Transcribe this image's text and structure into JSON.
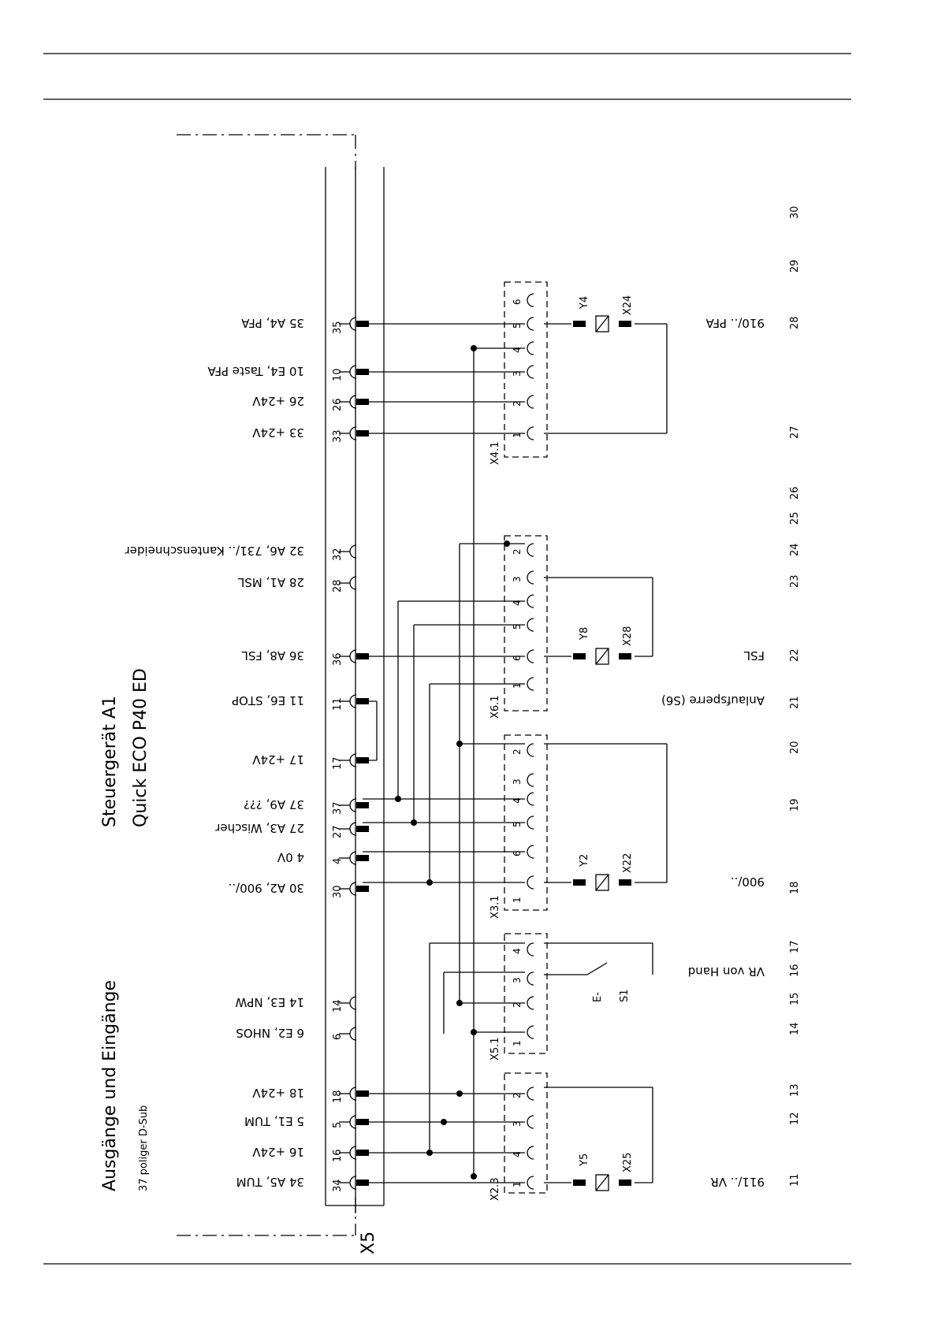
{
  "title": {
    "line1": "Steuergerät A1",
    "line2": "Quick ECO P40 ED",
    "io_title": "Ausgänge und Eingänge",
    "io_subtitle": "37 poliger D-Sub"
  },
  "connector": {
    "main": "X5"
  },
  "pins": [
    {
      "id": "35",
      "label": "35 A4, PFA"
    },
    {
      "id": "10",
      "label": "10 E4, Taste PFA"
    },
    {
      "id": "26",
      "label": "26 +24V"
    },
    {
      "id": "33",
      "label": "33 +24V"
    },
    {
      "id": "32",
      "label": "32 A6, 731/.. Kantenschneider"
    },
    {
      "id": "28",
      "label": "28 A1, MSL"
    },
    {
      "id": "36",
      "label": "36 A8, FSL"
    },
    {
      "id": "11",
      "label": "11 E6, STOP"
    },
    {
      "id": "17",
      "label": "17 +24V"
    },
    {
      "id": "37",
      "label": "37 A9, ???"
    },
    {
      "id": "27",
      "label": "27 A3, Wischer"
    },
    {
      "id": "4",
      "label": "4 0V"
    },
    {
      "id": "30",
      "label": "30 A2, 900/.."
    },
    {
      "id": "14",
      "label": "14 E3, NPW"
    },
    {
      "id": "6",
      "label": "6 E2, NHOS"
    },
    {
      "id": "18",
      "label": "18 +24V"
    },
    {
      "id": "5",
      "label": "5 E1, TUM"
    },
    {
      "id": "16",
      "label": "16 +24V"
    },
    {
      "id": "34",
      "label": "34 A5, TUM"
    }
  ],
  "plugs": [
    {
      "id": "X4.1",
      "pins": [
        "1",
        "2",
        "3",
        "4",
        "5",
        "6"
      ]
    },
    {
      "id": "X6.1",
      "pins": [
        "1",
        "6",
        "5",
        "4",
        "3",
        "2"
      ]
    },
    {
      "id": "X3.1",
      "pins": [
        "1",
        "6",
        "5",
        "4",
        "3",
        "2"
      ]
    },
    {
      "id": "X5.1",
      "pins": [
        "1",
        "2",
        "3",
        "4"
      ]
    },
    {
      "id": "X2.3",
      "pins": [
        "1",
        "4",
        "3",
        "2"
      ]
    }
  ],
  "devices": [
    {
      "id": "Y4",
      "connector": "X24"
    },
    {
      "id": "Y8",
      "connector": "X28"
    },
    {
      "id": "Y2",
      "connector": "X22"
    },
    {
      "id": "Y5",
      "connector": "X25"
    },
    {
      "id": "S1",
      "symbol": "E-"
    }
  ],
  "functions": [
    {
      "label": "910/.. PFA"
    },
    {
      "label": "FSL"
    },
    {
      "label": "Anlaufsperre (S6)"
    },
    {
      "label": "900/.."
    },
    {
      "label": "VR von Hand"
    },
    {
      "label": "911/.. VR"
    }
  ],
  "columns": [
    "30",
    "29",
    "28",
    "27",
    "26",
    "25",
    "24",
    "23",
    "22",
    "21",
    "20",
    "19",
    "18",
    "17",
    "16",
    "15",
    "14",
    "13",
    "12",
    "11"
  ]
}
